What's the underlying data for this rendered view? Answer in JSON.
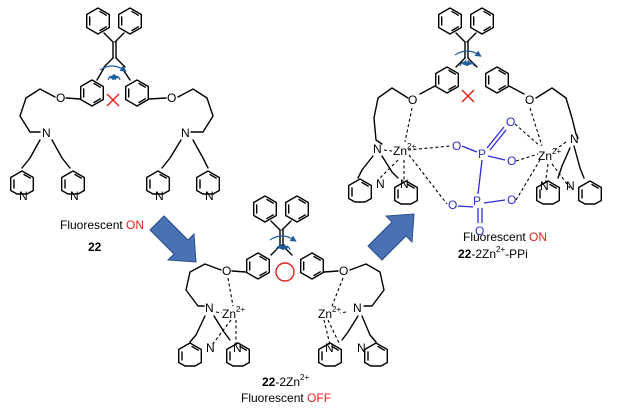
{
  "mol_1": {
    "state": "Fluorescent",
    "status": "ON",
    "compound": "22"
  },
  "mol_2": {
    "compound": "22",
    "suffix": "-2Zn",
    "suffix_charge": "2+",
    "state": "Fluorescent",
    "status": "OFF"
  },
  "mol_3": {
    "state": "Fluorescent",
    "status": "ON",
    "compound": "22",
    "suffix": "-2Zn",
    "suffix_charge": "2+",
    "suffix_end": "-PPi"
  },
  "atoms": {
    "O": "O",
    "N": "N",
    "Zn": "Zn",
    "Zn_charge": "2+",
    "P": "P"
  },
  "colors": {
    "status": "#e3231c",
    "arrow": "#4a71b3",
    "arrow_edge": "#2c4f86",
    "phosphate": "#2b2bd8"
  }
}
